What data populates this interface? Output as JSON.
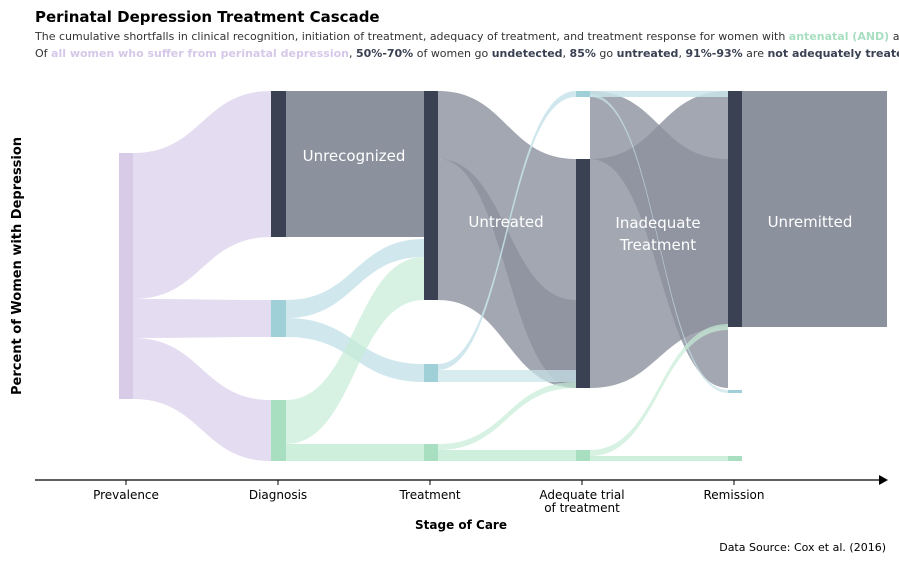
{
  "title": "Perinatal Depression Treatment Cascade",
  "subtitle": {
    "line1_prefix": "The cumulative shortfalls in clinical recognition, initiation of treatment, adequacy of treatment, and treatment response for women with ",
    "line1_highlight": "antenatal (AND)",
    "line1_suffix": "  and",
    "line2_of": "Of ",
    "line2_all": "all women who suffer from perinatal depression",
    "line2_comma1": ", ",
    "line2_undetected_pct": "50%-70%",
    "line2_go1": " of women go ",
    "line2_undetected": "undetected",
    "line2_comma2": ", ",
    "line2_untreated_pct": "85%",
    "line2_go2": " go ",
    "line2_untreated": "untreated",
    "line2_comma3": ", ",
    "line2_inadequate_pct": "91%-93%",
    "line2_are": " are ",
    "line2_inadequate": "not adequately treated"
  },
  "y_axis_label": "Percent of Women with Depression",
  "x_axis_label": "Stage of Care",
  "source": "Data Source: Cox et al. (2016)",
  "stages": [
    "Prevalence",
    "Diagnosis",
    "Treatment",
    "Adequate trial\nof treatment",
    "Remission"
  ],
  "segment_labels": {
    "unrecognized": "Unrecognized",
    "untreated": "Untreated",
    "inadequate_1": "Inadequate",
    "inadequate_2": "Treatment",
    "unremitted": "Unremitted"
  },
  "colors": {
    "all": "#e4dcf0",
    "all_node": "#d8cbe8",
    "and": "#c6ecd6",
    "and_node": "#a8dfc0",
    "pnd": "#c8e4ea",
    "pnd_node": "#9fd0d8",
    "failed": "#8c919e",
    "failed_node": "#3a4152"
  }
}
